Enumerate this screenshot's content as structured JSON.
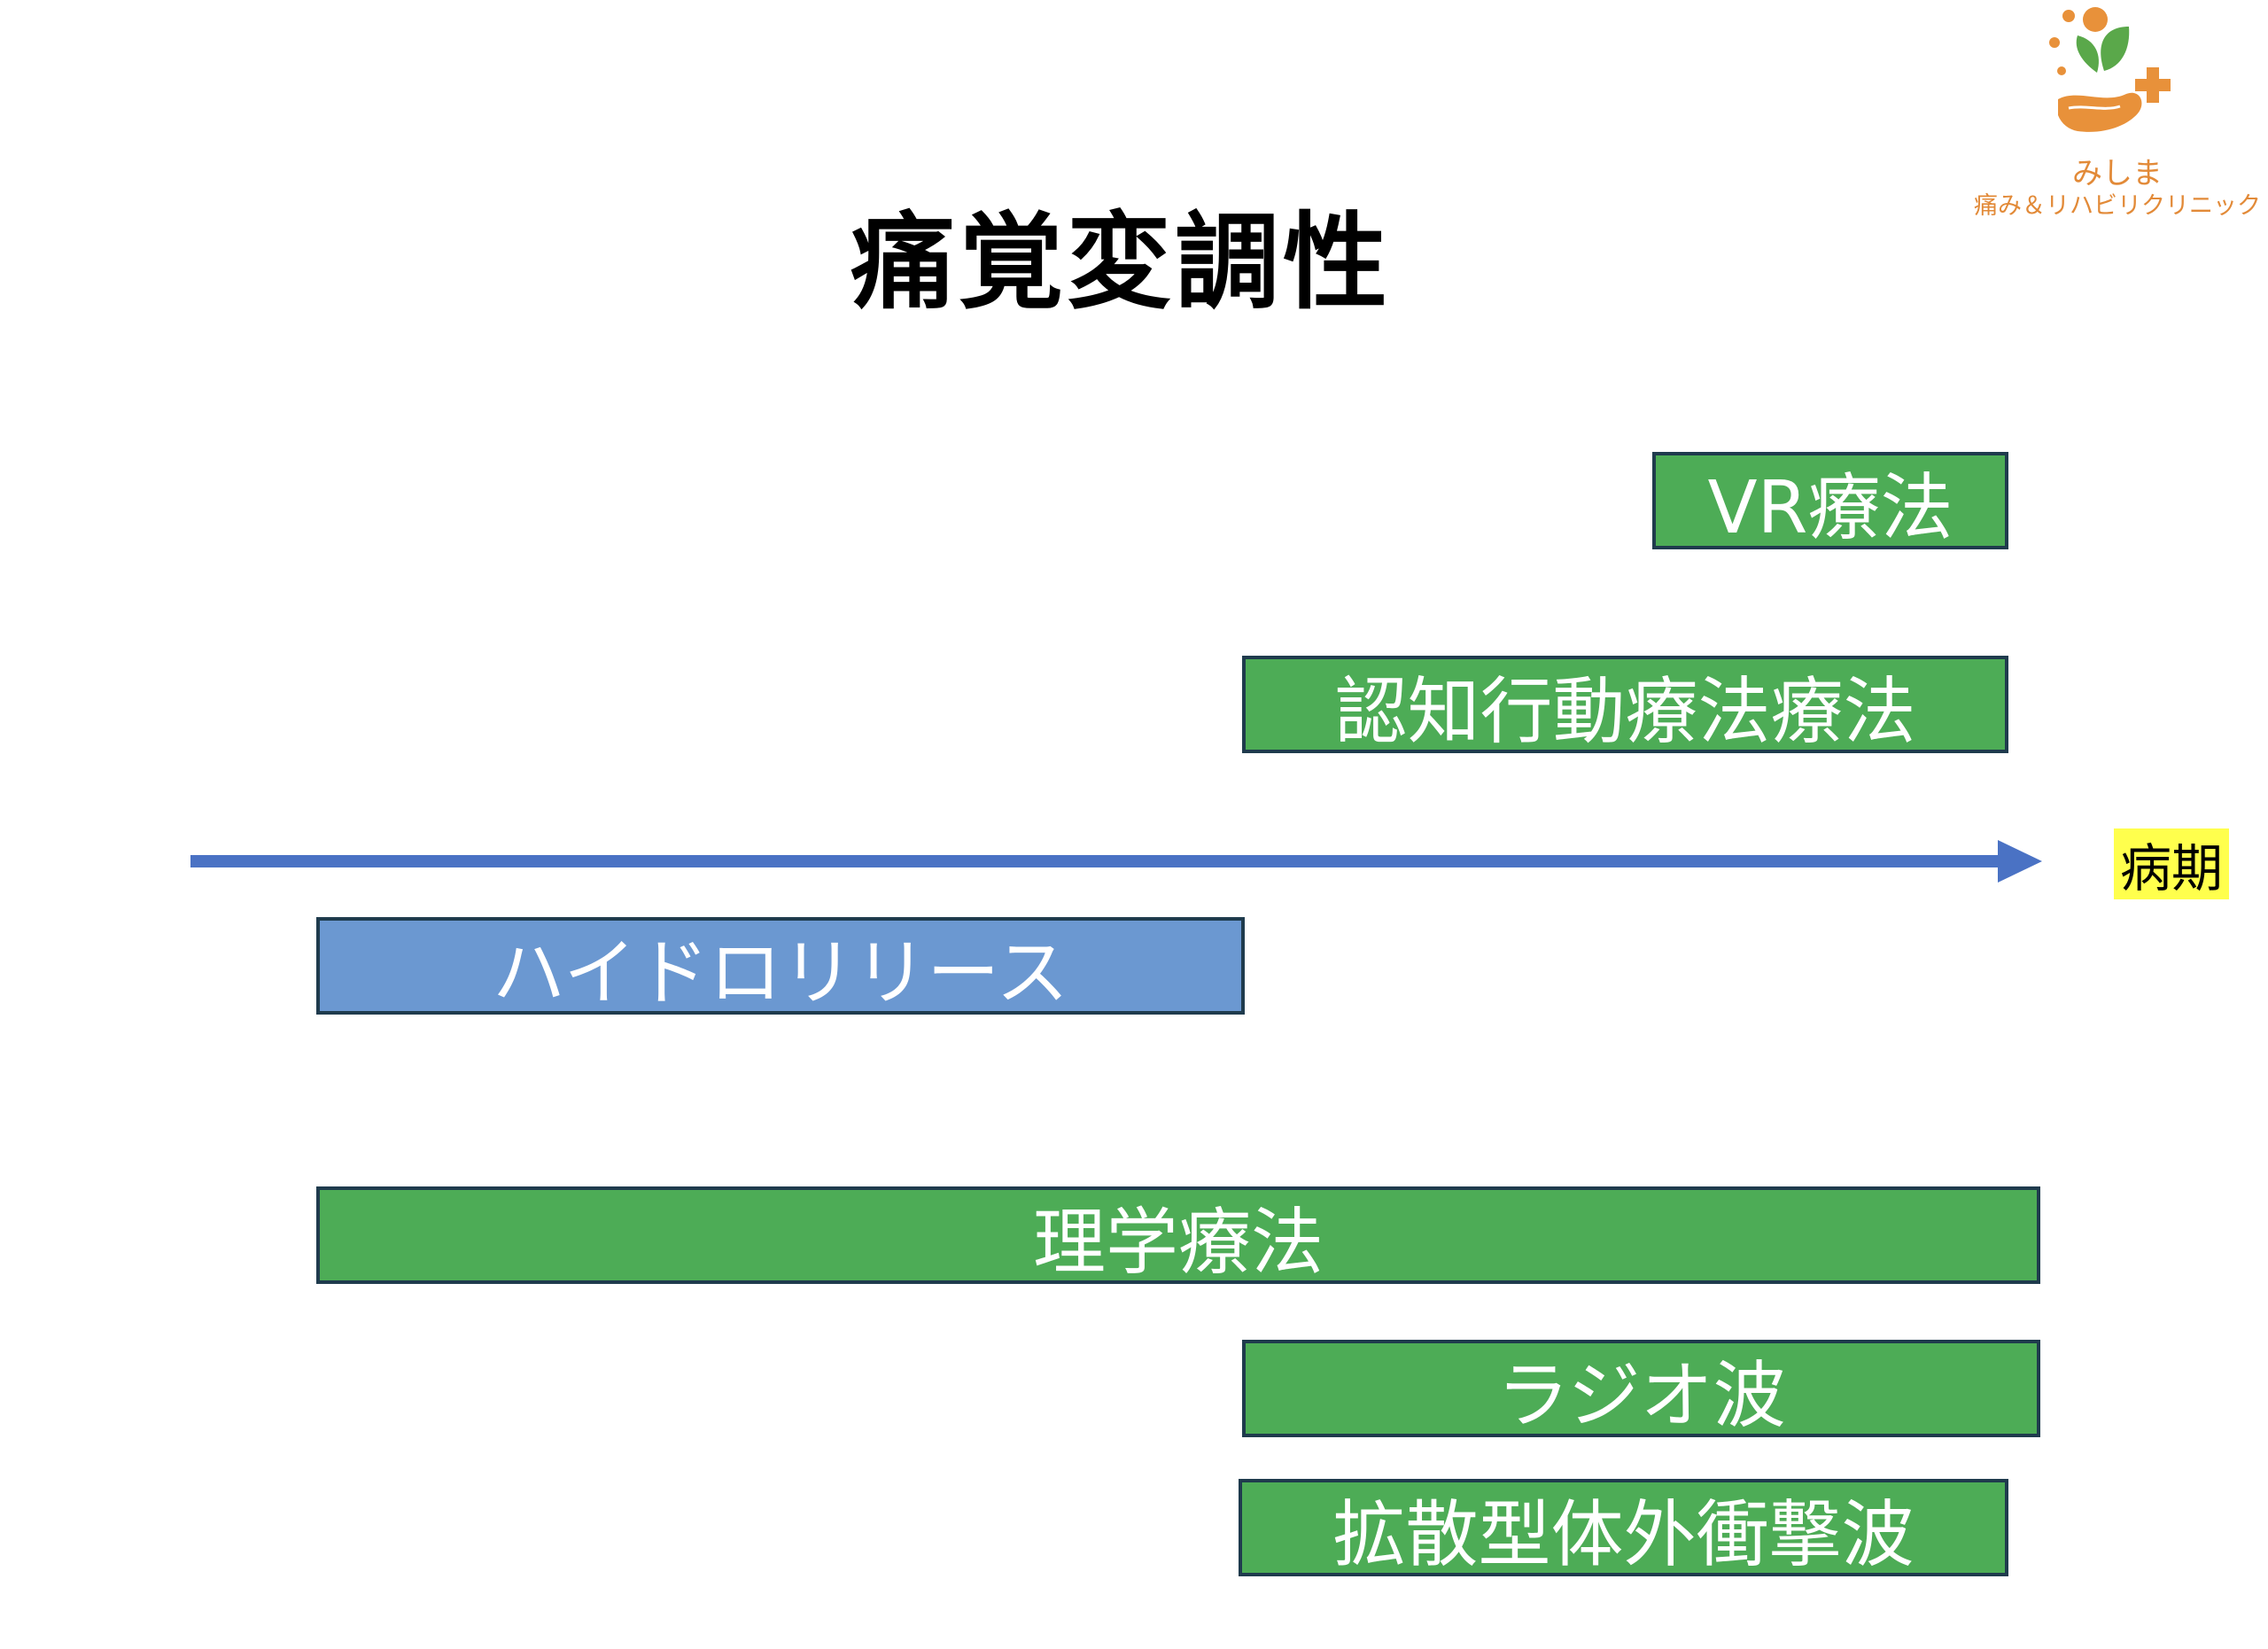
{
  "title": "痛覚変調性",
  "logo": {
    "name": "みしま",
    "subtitle": "痛み＆リハビリクリニック",
    "icon": "hand-leaf-plus-icon",
    "color": "#e28a38",
    "leaf_color": "#5aa84a"
  },
  "axis": {
    "label": "病期",
    "arrow_color": "#4a72c4",
    "label_bg": "#ffff4d"
  },
  "therapies": [
    {
      "label": "VR療法",
      "color": "#4dac56"
    },
    {
      "label": "認知行動療法療法",
      "color": "#4dac56"
    },
    {
      "label": "ハイドロリリース",
      "color": "#6b98d1"
    },
    {
      "label": "理学療法",
      "color": "#4dac56"
    },
    {
      "label": "ラジオ波",
      "color": "#4dac56"
    },
    {
      "label": "拡散型体外衝撃波",
      "color": "#4dac56"
    }
  ]
}
